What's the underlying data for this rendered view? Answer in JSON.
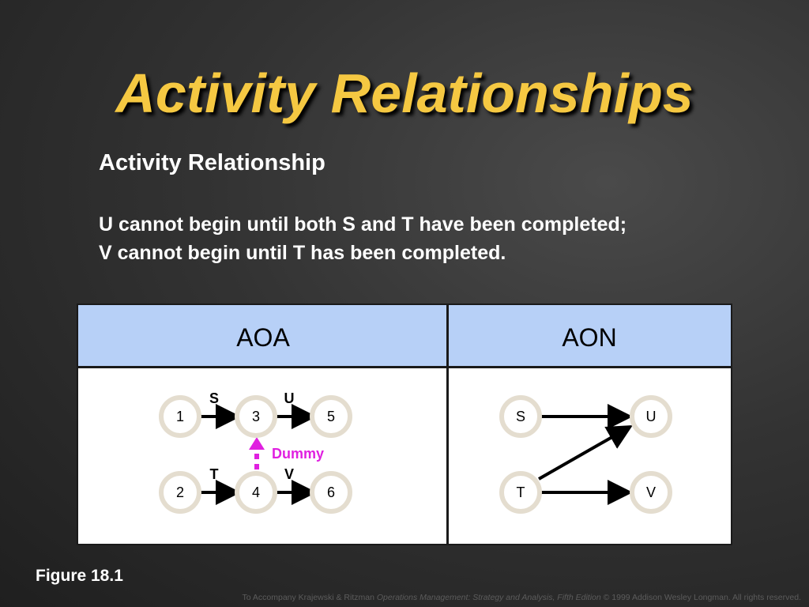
{
  "slide": {
    "title": "Activity Relationships",
    "subtitle": "Activity Relationship",
    "description": [
      "U cannot begin until both S and T have been completed;",
      "V cannot begin until T has been completed."
    ],
    "figure_label": "Figure 18.1",
    "footer": {
      "prefix": "To Accompany Krajewski & Ritzman ",
      "book": "Operations Management: Strategy and Analysis, Fifth Edition",
      "suffix": " © 1999 Addison Wesley Longman. All rights reserved."
    }
  },
  "table": {
    "headers": [
      "AOA",
      "AON"
    ],
    "header_color": "#b7d0f7"
  },
  "aoa": {
    "nodes": [
      "1",
      "3",
      "5",
      "2",
      "4",
      "6"
    ],
    "activities": [
      "S",
      "U",
      "T",
      "V"
    ],
    "dummy_label": "Dummy",
    "dummy_color": "#e020e0"
  },
  "aon": {
    "nodes": [
      "S",
      "U",
      "T",
      "V"
    ]
  },
  "colors": {
    "title": "#f5c842",
    "node_fill": "#ffffff",
    "node_ring": "#e8e2d4"
  }
}
